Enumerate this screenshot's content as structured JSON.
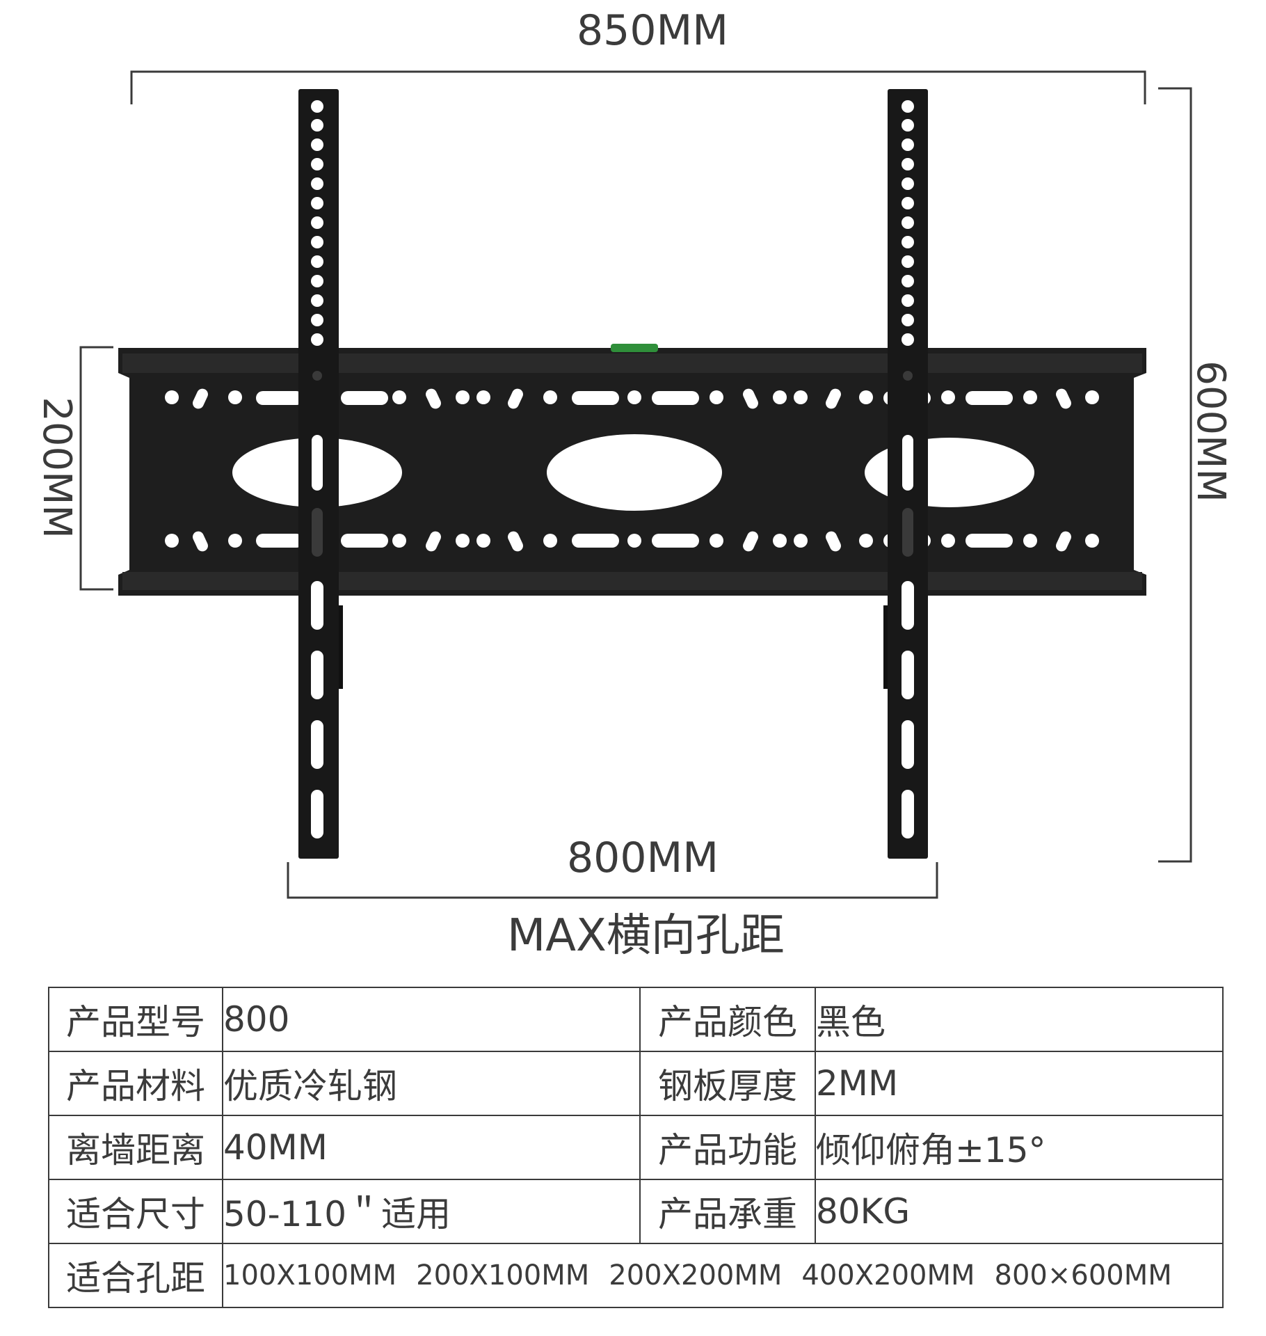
{
  "dimensions": {
    "top_width": "850MM",
    "height_right": "600MM",
    "height_left": "200MM",
    "hole_span": "800MM",
    "hole_span_caption": "MAX横向孔距"
  },
  "colors": {
    "bracket": "#1c1c1c",
    "level_vial": "#2f8f3a",
    "line": "#3a3a3a"
  },
  "spec_table": {
    "rows": [
      {
        "label1": "产品型号",
        "value1": "800",
        "label2": "产品颜色",
        "value2": "黑色"
      },
      {
        "label1": "产品材料",
        "value1": "优质冷轧钢",
        "label2": "钢板厚度",
        "value2": "2MM"
      },
      {
        "label1": "离墙距离",
        "value1": "40MM",
        "label2": "产品功能",
        "value2": "倾仰俯角±15°"
      },
      {
        "label1": "适合尺寸",
        "value1": "50-110＂适用",
        "label2": "产品承重",
        "value2": "80KG"
      }
    ],
    "holes_label": "适合孔距",
    "holes": [
      "100X100MM",
      "200X100MM",
      "200X200MM",
      "400X200MM",
      "800×600MM"
    ]
  }
}
